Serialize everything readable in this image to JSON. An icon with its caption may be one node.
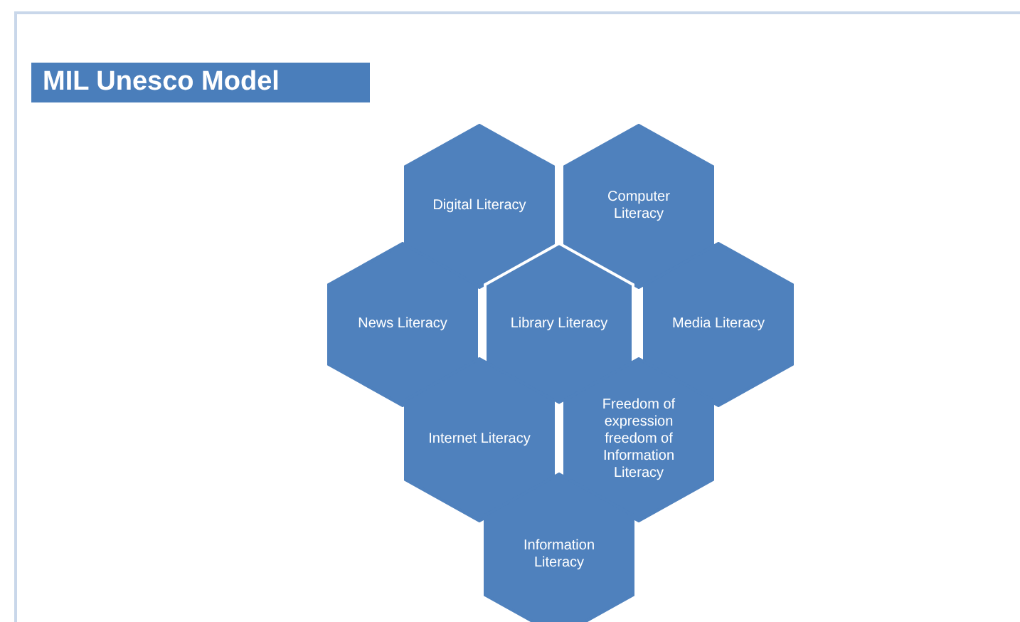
{
  "diagram": {
    "title": "MIL Unesco Model",
    "nodes": [
      {
        "text": [
          "Digital Literacy"
        ]
      },
      {
        "text": [
          "Computer Literacy"
        ]
      },
      {
        "text": [
          "News Literacy"
        ]
      },
      {
        "text": [
          "Library Literacy"
        ]
      },
      {
        "text": [
          "Media Literacy"
        ]
      },
      {
        "text": [
          "Internet Literacy"
        ]
      },
      {
        "text": [
          "Freedom of expression freedom of Information Literacy"
        ]
      },
      {
        "text": [
          "Information Literacy"
        ]
      }
    ]
  }
}
